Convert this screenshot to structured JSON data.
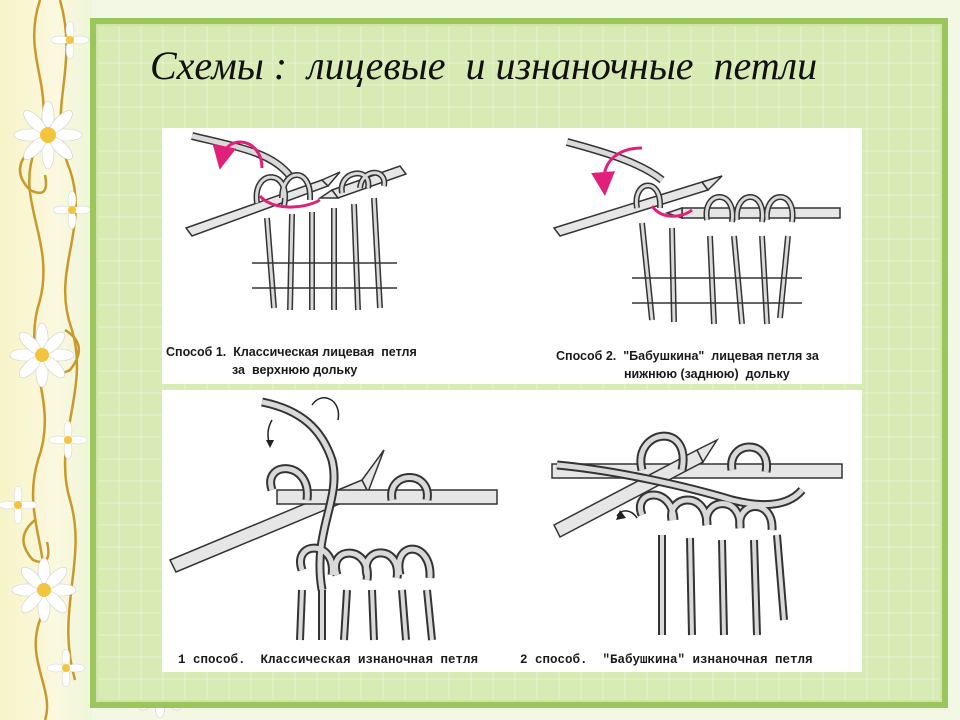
{
  "title": "Схемы :  лицевые  и изнаночные  петли",
  "diagrams": [
    {
      "caption_line1": "Способ 1.  Классическая лицевая  петля",
      "caption_line2": "за  верхнюю дольку"
    },
    {
      "caption_line1": "Способ 2.  \"Бабушкина\"  лицевая петля за",
      "caption_line2": "нижнюю (заднюю)  дольку"
    },
    {
      "caption_line1": "1 способ.  Классическая изнаночная петля"
    },
    {
      "caption_line1": "2 способ.  \"Бабушкина\" изнаночная петля"
    }
  ],
  "colors": {
    "accent_arrow": "#e0207a",
    "frame_green": "#9ac65c",
    "slide_bg": "#d8ebb4",
    "yarn_fill": "#d9d9d9",
    "yarn_stroke": "#333333"
  },
  "icons": [
    "daisy-icon",
    "vine-swirl-icon",
    "arrow-icon"
  ]
}
